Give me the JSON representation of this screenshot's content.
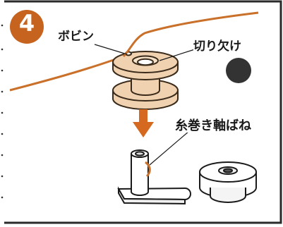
{
  "step_number": "4",
  "labels": {
    "bobbin": "ボビン",
    "cutter": "切り欠け",
    "bobbin_winder_shaft": "糸巻き軸ばね"
  },
  "colors": {
    "frame": "#2a2a2a",
    "badge": "#c6641f",
    "thread": "#c9702a",
    "arrow": "#d4691f",
    "bobbin_fill": "#f0d2b0",
    "bobbin_stroke": "#3a2a1a",
    "metal": "#ffffff",
    "dot": "#333333"
  }
}
